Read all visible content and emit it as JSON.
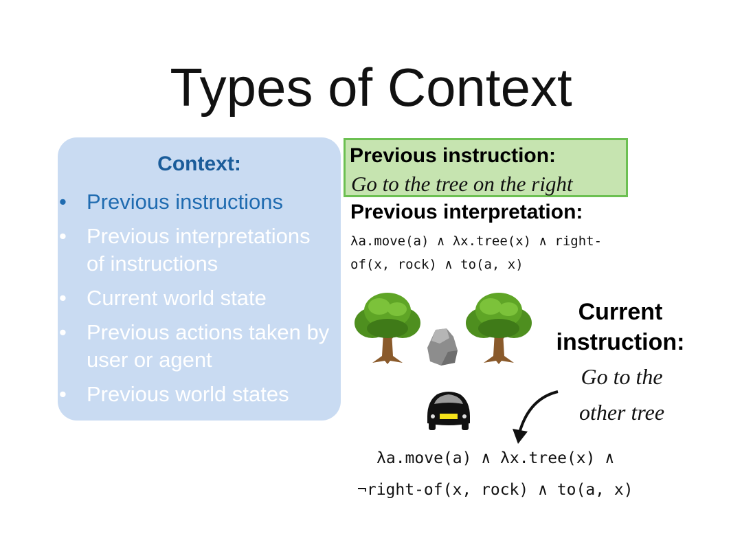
{
  "title": "Types of Context",
  "context": {
    "heading": "Context:",
    "items": [
      {
        "text": "Previous instructions",
        "active": true
      },
      {
        "text": "Previous interpretations of instructions",
        "active": false
      },
      {
        "text": "Current world state",
        "active": false
      },
      {
        "text": "Previous actions taken by user or agent",
        "active": false
      },
      {
        "text": "Previous world states",
        "active": false
      }
    ]
  },
  "previous_instruction": {
    "label": "Previous instruction:",
    "text": "Go to the tree on the right"
  },
  "previous_interpretation": {
    "label": "Previous interpretation:",
    "line1": "λa.move(a) ∧ λx.tree(x) ∧ right-",
    "line2": "of(x, rock) ∧ to(a, x)"
  },
  "current_instruction": {
    "label_line1": "Current",
    "label_line2": "instruction:",
    "text_line1": "Go to the",
    "text_line2": "other tree"
  },
  "new_interpretation": {
    "line1": "λa.move(a) ∧ λx.tree(x) ∧",
    "line2": "¬right-of(x, rock) ∧ to(a, x)"
  },
  "colors": {
    "panel": "#c9dbf2",
    "heading_blue": "#1a5c9a",
    "highlight_green": "#c6e4b0",
    "highlight_border": "#6cc052"
  },
  "icons": [
    "tree-icon",
    "rock-icon",
    "car-icon",
    "curved-arrow-icon"
  ]
}
